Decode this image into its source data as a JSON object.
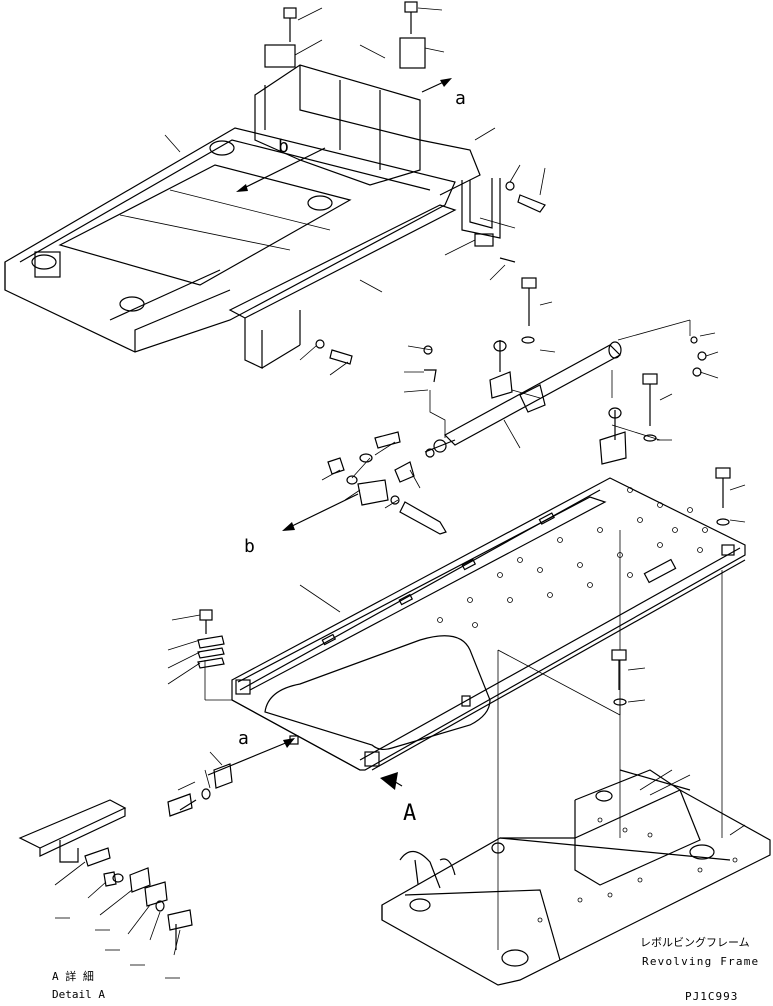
{
  "labels": {
    "arrow_a_top": "a",
    "arrow_b_top": "b",
    "arrow_b_left": "b",
    "arrow_a_bottom": "a",
    "view_A": "A",
    "frame_name_jp": "レボルビングフレーム",
    "frame_name_en": "Revolving Frame",
    "detail_jp": "A 詳 細",
    "detail_en": "Detail A",
    "drawing_code": "PJ1C993"
  }
}
